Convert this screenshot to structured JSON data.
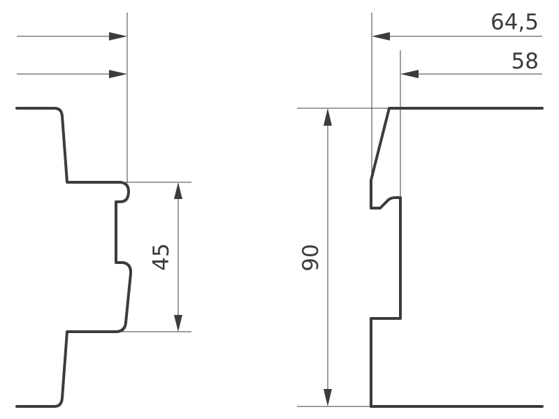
{
  "dimensions": {
    "width_64_5": "64,5",
    "width_58": "58",
    "height_45": "45",
    "height_90": "90"
  }
}
